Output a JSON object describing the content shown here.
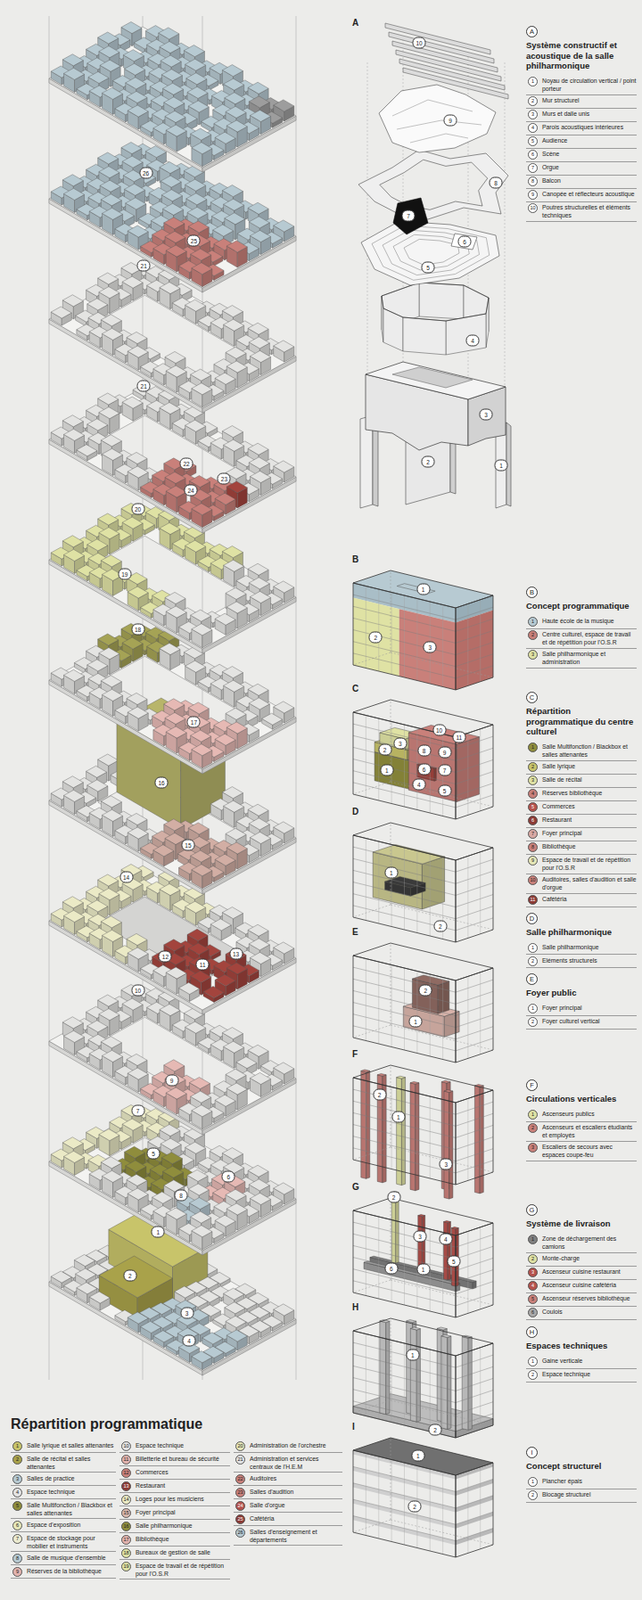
{
  "diagram": {
    "labels": [
      "A",
      "A",
      "Système constructif et acoustique de la salle philharmonique",
      "1",
      "2",
      "3",
      "4",
      "5",
      "6",
      "7",
      "8",
      "9",
      "10",
      "B",
      "B",
      "Concept programmatique",
      "1",
      "2",
      "3",
      "C",
      "C",
      "Répartition programmatique du centre culturel",
      "1",
      "2",
      "3",
      "4",
      "5",
      "6",
      "7",
      "8",
      "9",
      "10",
      "11",
      "D",
      "D",
      "Salle philharmonique",
      "1",
      "2",
      "E",
      "E",
      "Foyer public",
      "1",
      "2",
      "F",
      "F",
      "Circulations verticales",
      "1",
      "2",
      "3",
      "G",
      "G",
      "Système de livraison",
      "1",
      "2",
      "3",
      "4",
      "5",
      "6",
      "H",
      "H",
      "Espaces techniques",
      "1",
      "2",
      "I",
      "I",
      "Concept structurel",
      "1",
      "2",
      "Répartition programmatique",
      "1",
      "2",
      "3",
      "4",
      "5",
      "6",
      "7",
      "8",
      "9",
      "10",
      "11",
      "12",
      "13",
      "14",
      "15",
      "16",
      "17",
      "18",
      "19",
      "20",
      "21",
      "22",
      "23",
      "24",
      "25",
      "26",
      "26",
      "25",
      "21",
      "21",
      "22",
      "23",
      "24",
      "20",
      "19",
      "18",
      "17",
      "16",
      "15",
      "14",
      "13",
      "12",
      "11",
      "10",
      "9",
      "7",
      "5",
      "8",
      "6",
      "1",
      "2",
      "3",
      "4",
      "1",
      "2",
      "3",
      "4",
      "5",
      "6",
      "7",
      "8",
      "9",
      "10",
      "1",
      "2",
      "3",
      "1",
      "2",
      "3",
      "4",
      "5",
      "6",
      "7",
      "8",
      "9",
      "10",
      "11",
      "1",
      "2",
      "1",
      "2",
      "1",
      "2",
      "3",
      "1",
      "2",
      "3",
      "4",
      "5",
      "6",
      "1",
      "2",
      "1",
      "2"
    ],
    "legend": [
      {
        "text": "Noyau de circulation vertical / point porteur",
        "color": "#ffffff"
      },
      {
        "text": "Mur structurel",
        "color": "#ffffff"
      },
      {
        "text": "Murs et dalle unis",
        "color": "#ffffff"
      },
      {
        "text": "Parois acoustiques intérieures",
        "color": "#ffffff"
      },
      {
        "text": "Audience",
        "color": "#ffffff"
      },
      {
        "text": "Scène",
        "color": "#ffffff"
      },
      {
        "text": "Orgue",
        "color": "#ffffff"
      },
      {
        "text": "Balcon",
        "color": "#ffffff"
      },
      {
        "text": "Canopée et réflecteurs acoustique",
        "color": "#ffffff"
      },
      {
        "text": "Poutres structurelles et éléments techniques",
        "color": "#ffffff"
      },
      {
        "text": "Haute école de la musique",
        "color": "#b7cad2"
      },
      {
        "text": "Centre culturel, espace de travail et de répétition pour l'O.S.R",
        "color": "#c9807a"
      },
      {
        "text": "Salle philharmonique et administration",
        "color": "#dfe2a4"
      },
      {
        "text": "Salle Multifonction / Blackbox et salles attenantes",
        "color": "#8f8d3c"
      },
      {
        "text": "Salle lyrique",
        "color": "#c8c46a"
      },
      {
        "text": "Salle de récital",
        "color": "#dfe2a4"
      },
      {
        "text": "Réserves bibliothèque",
        "color": "#c9807a"
      },
      {
        "text": "Commerces",
        "color": "#b5524c"
      },
      {
        "text": "Restaurant",
        "color": "#8c3a35"
      },
      {
        "text": "Foyer principal",
        "color": "#d9a9a4"
      },
      {
        "text": "Bibliothèque",
        "color": "#c9807a"
      },
      {
        "text": "Espace de travail et de répétition pour l'O.S.R",
        "color": "#e6e7b8"
      },
      {
        "text": "Auditoires, salles d'audition et salle d'orgue",
        "color": "#c9807a"
      },
      {
        "text": "Cafétéria",
        "color": "#8c3a35"
      },
      {
        "text": "Salle philharmonique",
        "color": "#ffffff"
      },
      {
        "text": "Eléments structurels",
        "color": "#ffffff"
      },
      {
        "text": "Foyer principal",
        "color": "#ffffff"
      },
      {
        "text": "Foyer culturel vertical",
        "color": "#ffffff"
      },
      {
        "text": "Ascenseurs publics",
        "color": "#dfe2a4"
      },
      {
        "text": "Ascenseurs et escaliers étudiants et employés",
        "color": "#c9807a"
      },
      {
        "text": "Escaliers de secours avec espaces coupe-feu",
        "color": "#c9807a"
      },
      {
        "text": "Zone de déchargement des camions",
        "color": "#7f7f7f"
      },
      {
        "text": "Monte-charge",
        "color": "#dfe2a4"
      },
      {
        "text": "Ascenseur cuisine restaurant",
        "color": "#b5524c"
      },
      {
        "text": "Ascenseur cuisine cafétéria",
        "color": "#b5524c"
      },
      {
        "text": "Ascenseur réserves bibliothèque",
        "color": "#c9807a"
      },
      {
        "text": "Coulois",
        "color": "#a9a9a9"
      },
      {
        "text": "Gaine verticale",
        "color": "#ffffff"
      },
      {
        "text": "Espace technique",
        "color": "#ffffff"
      },
      {
        "text": "Plancher épais",
        "color": "#ffffff"
      },
      {
        "text": "Blocage structurel",
        "color": "#ffffff"
      },
      {
        "text": "Salle lyrique et salles attenantes",
        "color": "#c8c46a"
      },
      {
        "text": "Salle de récital et salles attenantes",
        "color": "#a9a24a"
      },
      {
        "text": "Salles de practice",
        "color": "#b7cad2"
      },
      {
        "text": "Espace technique",
        "color": "#e4e4e4"
      },
      {
        "text": "Salle Multifonction / Blackbox et salles attenantes",
        "color": "#8f8d3c"
      },
      {
        "text": "Espace d'exposition",
        "color": "#e6e7b8"
      },
      {
        "text": "Espace de stockage pour mobilier et instruments",
        "color": "#ecebd0"
      },
      {
        "text": "Salle de musique d'ensemble",
        "color": "#b7cad2"
      },
      {
        "text": "Réserves de la bibliothèque",
        "color": "#e2b3ae"
      },
      {
        "text": "Espace technique",
        "color": "#e4e4e4"
      },
      {
        "text": "Billetterie et bureau de sécurité",
        "color": "#e2b3ae"
      },
      {
        "text": "Commerces",
        "color": "#c9807a"
      },
      {
        "text": "Restaurant",
        "color": "#8c3a35"
      },
      {
        "text": "Loges pour les musiciens",
        "color": "#ecebc4"
      },
      {
        "text": "Foyer principal",
        "color": "#d9b8ad"
      },
      {
        "text": "Salle philharmonique",
        "color": "#8f8d3c"
      },
      {
        "text": "Bibliothèque",
        "color": "#e2b3ae"
      },
      {
        "text": "Bureaux de gestion de salle",
        "color": "#dfe2a4"
      },
      {
        "text": "Espace de travail et de répétition pour l'O.S.R",
        "color": "#dfe2a4"
      },
      {
        "text": "Administration de l'orchestre",
        "color": "#e6e7b8"
      },
      {
        "text": "Administration et services centraux de l'H.E.M",
        "color": "#e4e4e4"
      },
      {
        "text": "Auditoires",
        "color": "#c9807a"
      },
      {
        "text": "Salles d'audition",
        "color": "#c9807a"
      },
      {
        "text": "Salle d'orgue",
        "color": "#b5524c"
      },
      {
        "text": "Cafétéria",
        "color": "#8c3a35"
      },
      {
        "text": "Salles d'enseignement et départements",
        "color": "#b7cad2"
      }
    ]
  }
}
